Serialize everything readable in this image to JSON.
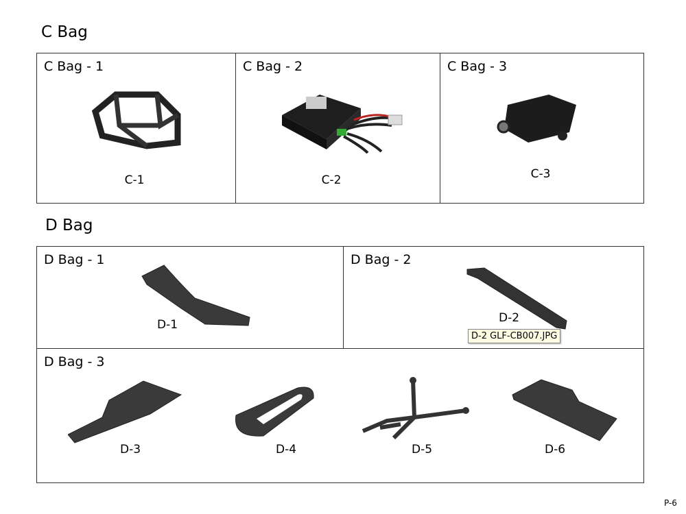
{
  "c_bag": {
    "heading": "C Bag",
    "cells": [
      {
        "title": "C Bag - 1",
        "parts": [
          "C-1"
        ]
      },
      {
        "title": "C Bag - 2",
        "parts": [
          "C-2"
        ]
      },
      {
        "title": "C Bag - 3",
        "parts": [
          "C-3"
        ]
      }
    ]
  },
  "d_bag": {
    "heading": "D Bag",
    "cells": [
      {
        "title": "D Bag - 1",
        "parts": [
          "D-1"
        ]
      },
      {
        "title": "D Bag - 2",
        "parts": [
          "D-2"
        ]
      },
      {
        "title": "D Bag - 3",
        "parts": [
          "D-3",
          "D-4",
          "D-5",
          "D-6"
        ]
      }
    ]
  },
  "tooltip": "D-2 GLF-CB007.JPG",
  "page_number": "P-6"
}
